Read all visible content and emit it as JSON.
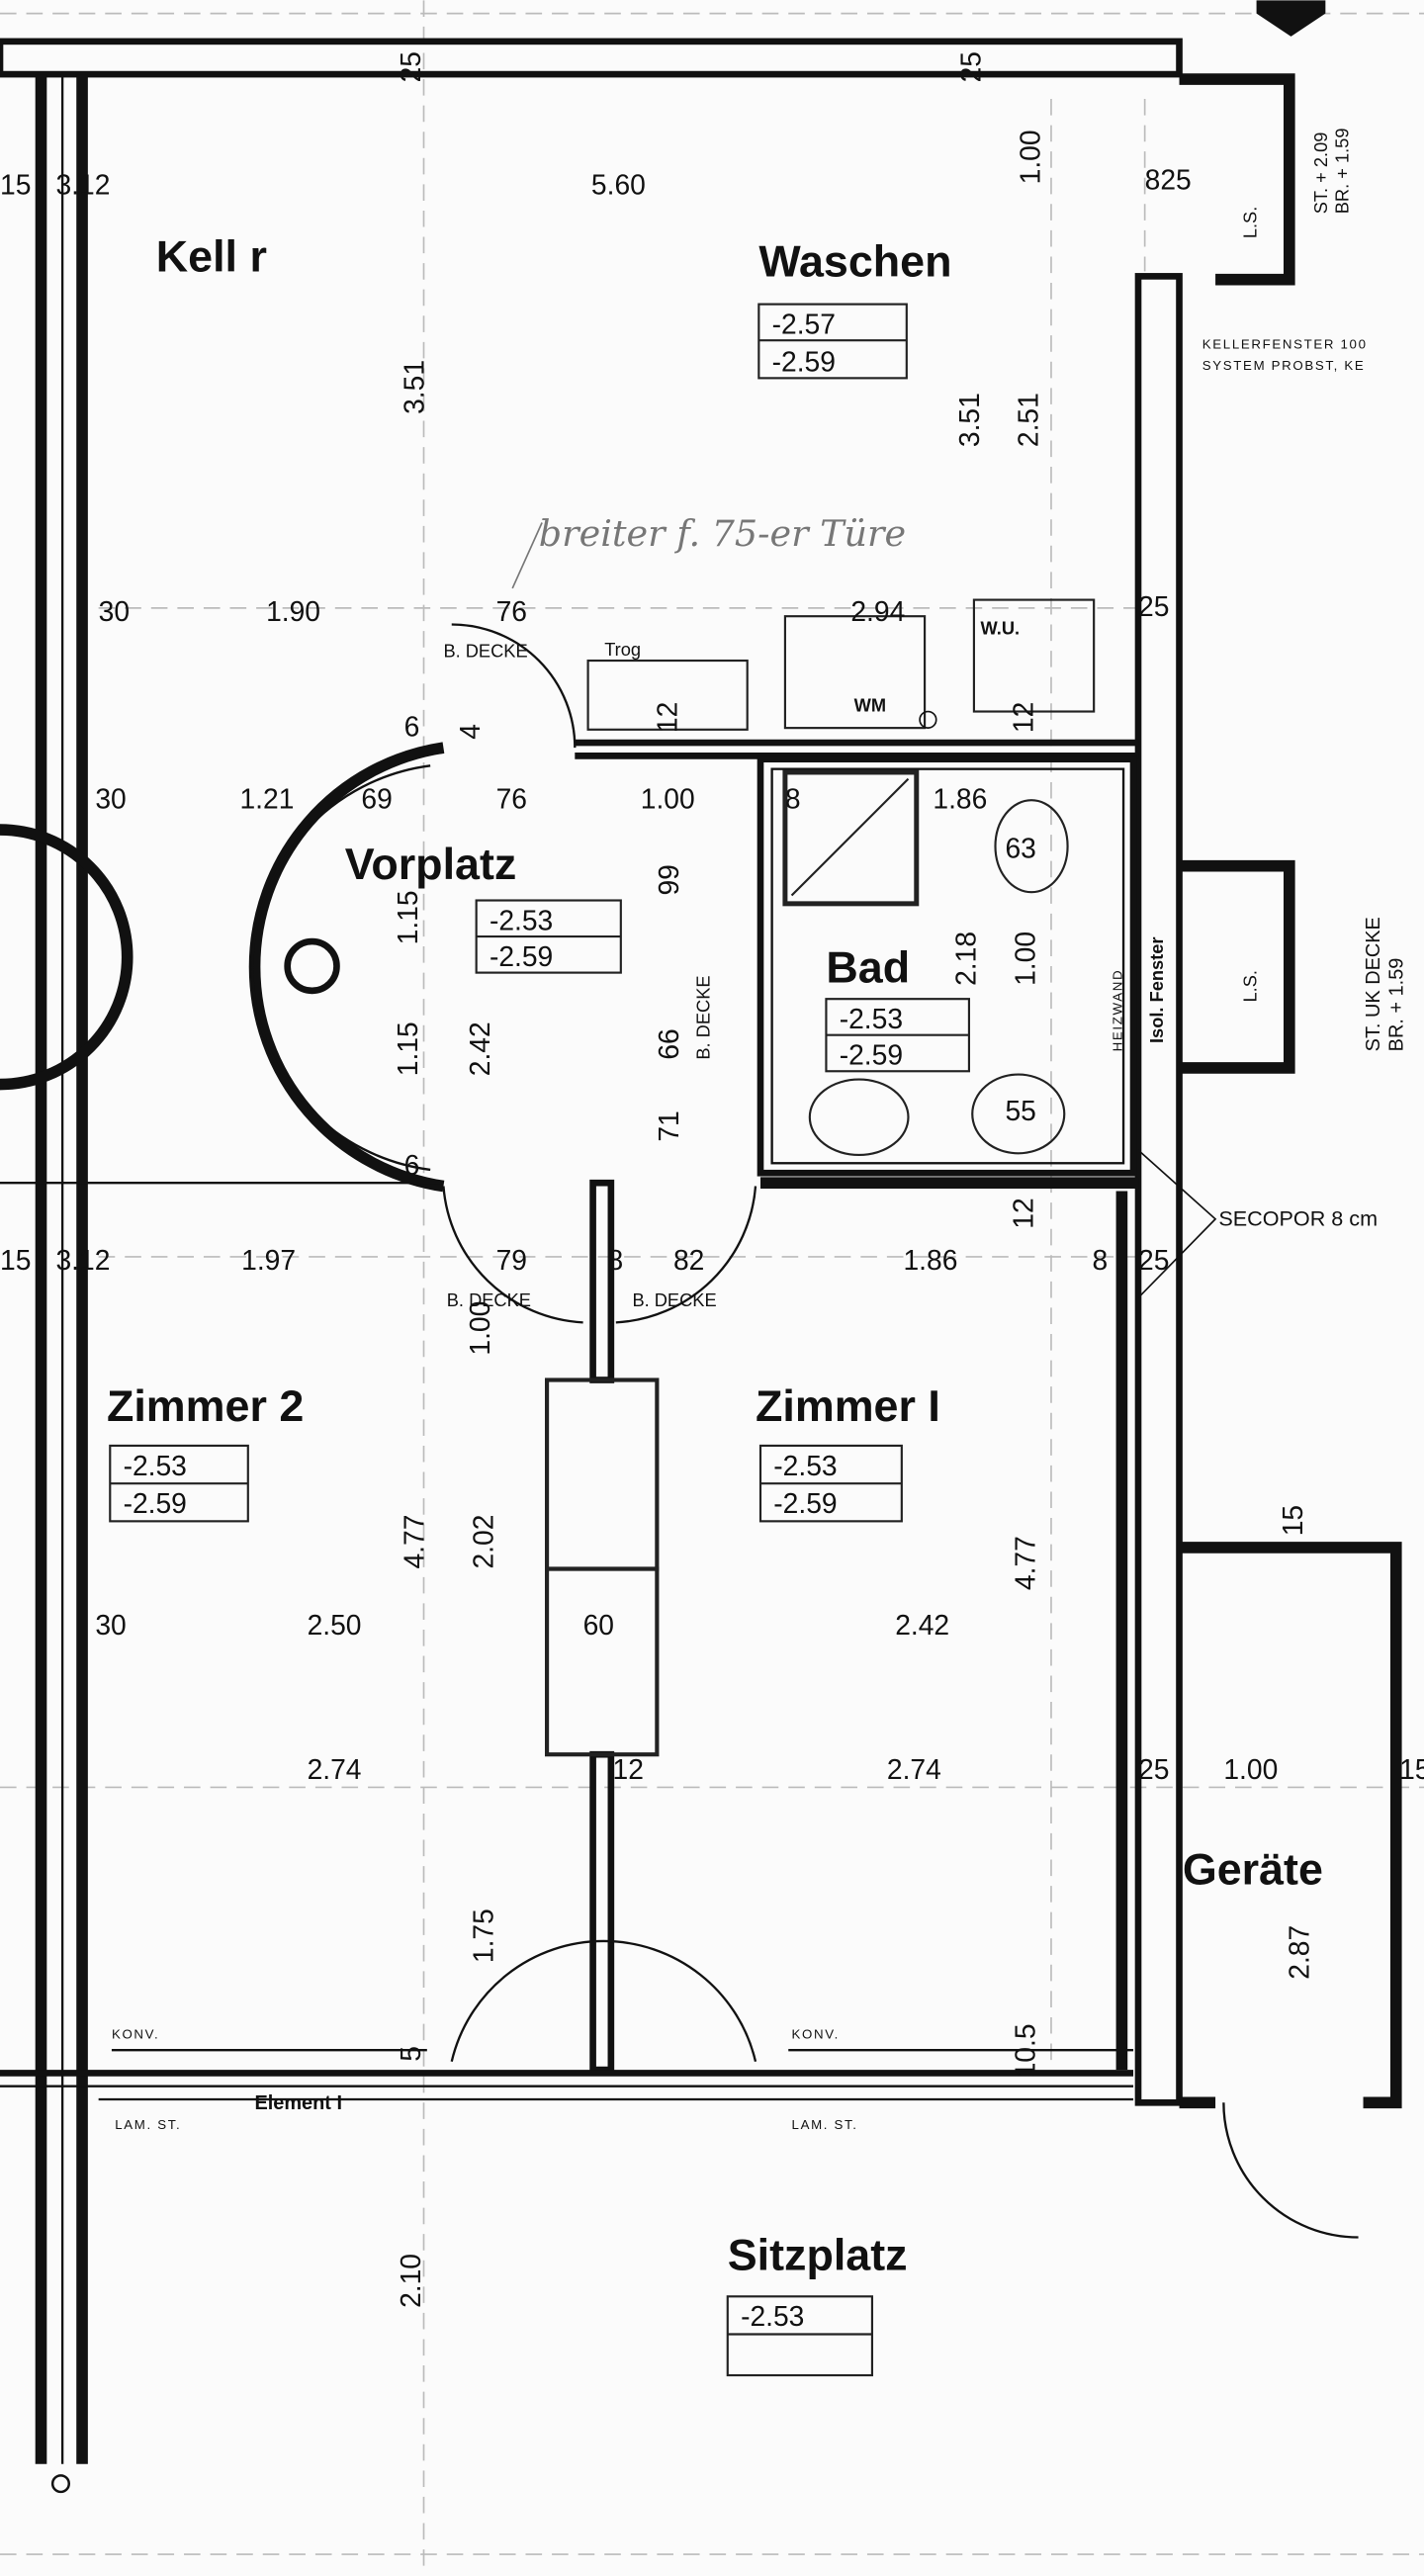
{
  "rooms": {
    "keller": "Kell r",
    "waschen": "Waschen",
    "vorplatz": "Vorplatz",
    "bad": "Bad",
    "zimmer2": "Zimmer 2",
    "zimmer1": "Zimmer I",
    "geraete": "Geräte",
    "sitzplatz": "Sitzplatz"
  },
  "levels": {
    "waschen": [
      "-2.57",
      "-2.59"
    ],
    "vorplatz": [
      "-2.53",
      "-2.59"
    ],
    "bad": [
      "-2.53",
      "-2.59"
    ],
    "zimmer2": [
      "-2.53",
      "-2.59"
    ],
    "zimmer1": [
      "-2.53",
      "-2.59"
    ],
    "sitzplatz": [
      "-2.53"
    ]
  },
  "dimensions": {
    "top_25a": "25",
    "top_25b": "25",
    "w560": "5.60",
    "v100a": "1.00",
    "r825": "825",
    "l15a": "15",
    "l312a": "3.12",
    "v351a": "3.51",
    "v351b": "3.51",
    "v251": "2.51",
    "d30a": "30",
    "d190": "1.90",
    "d76a": "76",
    "d294": "2.94",
    "d25a": "25",
    "d6a": "6",
    "d4": "4",
    "d12a": "12",
    "d12b": "12",
    "d30b": "30",
    "d121": "1.21",
    "d69": "69",
    "d76b": "76",
    "d100b": "1.00",
    "d8a": "8",
    "d186a": "1.86",
    "d63": "63",
    "v115a": "1.15",
    "v99": "99",
    "v218": "2.18",
    "v100c": "1.00",
    "v242": "2.42",
    "v115b": "1.15",
    "v66": "66",
    "d6b": "6",
    "v71": "71",
    "d55": "55",
    "v12c": "12",
    "l15b": "15",
    "l312b": "3.12",
    "d197": "1.97",
    "d79": "79",
    "d8b": "8",
    "d82": "82",
    "d186b": "1.86",
    "d8c": "8",
    "d25b": "25",
    "v100d": "1.00",
    "v477a": "4.77",
    "v202": "2.02",
    "v477b": "4.77",
    "v15c": "15",
    "d30c": "30",
    "d250": "2.50",
    "d60": "60",
    "d242": "2.42",
    "d274a": "2.74",
    "d12d": "12",
    "d274b": "2.74",
    "d25c": "25",
    "d100e": "1.00",
    "d15d": "15",
    "v175": "1.75",
    "v287": "2.87",
    "d5": "5",
    "d105": "10.5",
    "v210": "2.10"
  },
  "labels": {
    "b_decke_top": "B. DECKE",
    "trog": "Trog",
    "wm": "WM",
    "wu": "W.U.",
    "b_decke_vert": "B. DECKE",
    "heizwand": "HEIZWAND",
    "isol_fenster": "Isol. Fenster",
    "ls_top": "L.S.",
    "ls_right": "L.S.",
    "secopor": "SECOPOR  8 cm",
    "b_decke_left": "B. DECKE",
    "b_decke_right": "B. DECKE",
    "konv_left": "KONV.",
    "konv_right": "KONV.",
    "element": "Element I",
    "lam_left": "LAM. ST.",
    "lam_right": "LAM. ST."
  },
  "notes": {
    "st_top": "ST. + 2.09",
    "br_top": "BR. + 1.59",
    "kellerfenster_1": "KELLERFENSTER 100",
    "kellerfenster_2": "SYSTEM PROBST, KE",
    "st_uk": "ST. UK DECKE",
    "br_uk": "BR. + 1.59",
    "handwritten": "breiter f. 75-er Türe"
  }
}
